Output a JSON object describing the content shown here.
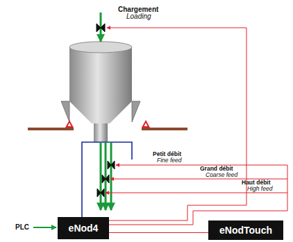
{
  "diagram": {
    "nodes": [
      {
        "text": [
          "eNod4"
        ]
      },
      {
        "text": [
          "eNodTouch"
        ]
      }
    ],
    "edges": [
      {
        "from": 0,
        "to": 1,
        "arrow": "none"
      }
    ],
    "labels": [
      "Chargement",
      "Loading",
      "Petit débit",
      "Fine feed",
      "Grand débit",
      "Coarse feed",
      "Haut débit",
      "High feed",
      "PLC"
    ]
  }
}
